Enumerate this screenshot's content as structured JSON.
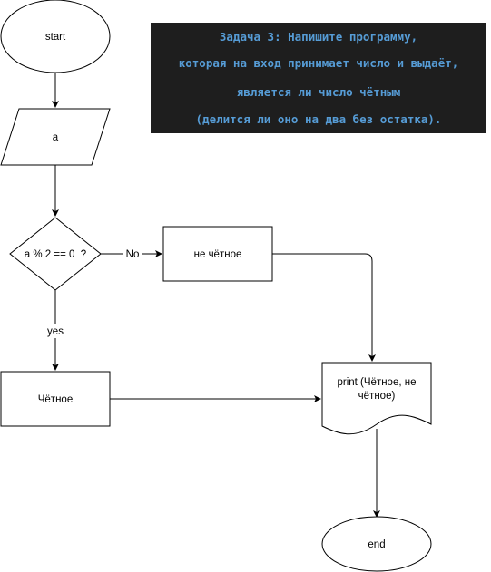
{
  "nodes": {
    "start": "start",
    "input": "a",
    "decision": "a % 2 == 0  ?",
    "not_even": "не чётное",
    "even": "Чётное",
    "print_line1": "print (Чётное, не",
    "print_line2": "чётное)",
    "end": "end"
  },
  "edges": {
    "no": "No",
    "yes": "yes"
  },
  "note": {
    "lines": [
      "Задача 3: Напишите программу,",
      "которая на вход принимает число и выдаёт,",
      "является ли число чётным",
      "(делится ли оно на два без остатка)."
    ]
  },
  "colors": {
    "note_bg": "#1e1e1e",
    "note_text": "#569cd6",
    "stroke": "#000000"
  }
}
